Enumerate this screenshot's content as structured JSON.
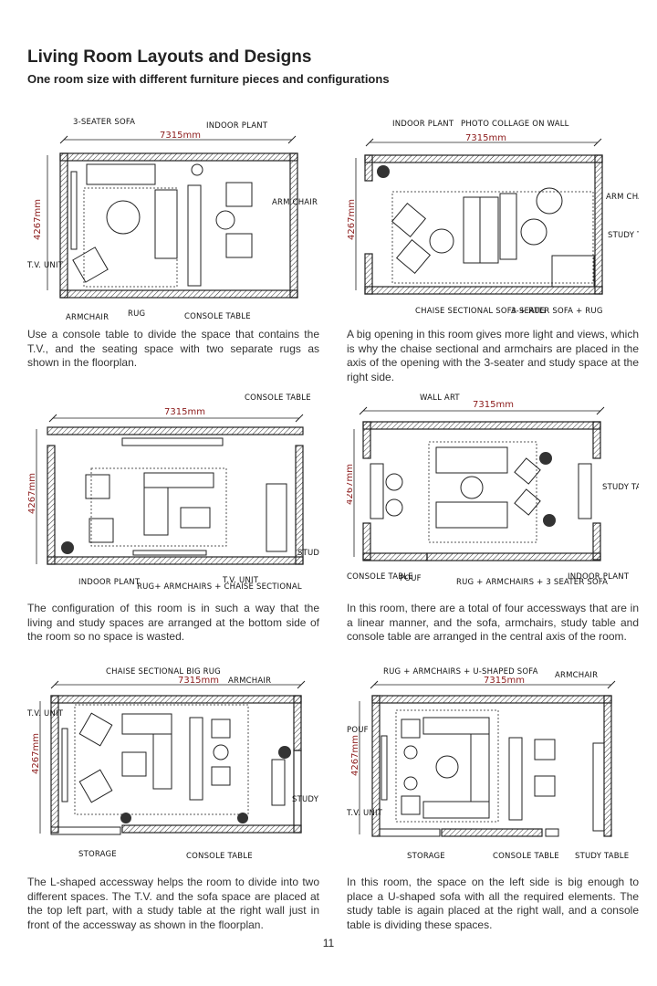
{
  "page": {
    "title": "Living Room Layouts and Designs",
    "subtitle": "One room size with different furniture pieces and configurations",
    "page_number": "11"
  },
  "dims": {
    "width": "7315mm",
    "height": "4267mm"
  },
  "panels": [
    {
      "caption": "Use a console table to divide the space that contains the T.V., and the seating space with two separate rugs as shown in the floorplan.",
      "labels": [
        "3-SEATER SOFA",
        "INDOOR PLANT",
        "ARM CHAIR + RUG",
        "T.V. UNIT",
        "ARMCHAIR",
        "RUG",
        "CONSOLE TABLE"
      ]
    },
    {
      "caption": "A big opening in this room gives more light and views, which is why the chaise sectional and armchairs are placed in the axis of the opening with the 3-seater and study space at the right side.",
      "labels": [
        "INDOOR PLANT",
        "PHOTO COLLAGE ON WALL",
        "ARM CHAIR",
        "STUDY TABLE",
        "CHAISE SECTIONAL SOFA + RUG",
        "3-SEATER SOFA + RUG"
      ]
    },
    {
      "caption": "The configuration of this room is in such a way that the living and study spaces are arranged at the bottom side of the room so no space is wasted.",
      "labels": [
        "CONSOLE TABLE",
        "STUDY TABLE",
        "INDOOR PLANT",
        "RUG+ ARMCHAIRS + CHAISE SECTIONAL",
        "T.V. UNIT"
      ]
    },
    {
      "caption": "In this room, there are a total of four accessways that are in a linear manner, and the sofa, armchairs, study table and console table are arranged in the central axis of the room.",
      "labels": [
        "WALL ART",
        "STUDY TABLE",
        "CONSOLE TABLE",
        "POUF",
        "RUG + ARMCHAIRS + 3 SEATER SOFA",
        "INDOOR PLANT"
      ]
    },
    {
      "caption": "The L-shaped accessway helps the room to divide into two different spaces. The T.V. and the sofa space are placed at the top left part, with a study table at the right wall just in front of the accessway as shown in the floorplan.",
      "labels": [
        "CHAISE SECTIONAL BIG RUG",
        "ARMCHAIR",
        "T.V. UNIT",
        "STUDY TABLE",
        "STORAGE",
        "CONSOLE TABLE"
      ]
    },
    {
      "caption": "In this room, the space on the left side is big enough to place a U-shaped sofa with all the required elements. The study table is again placed at the right wall, and a console table is dividing these spaces.",
      "labels": [
        "RUG + ARMCHAIRS + U-SHAPED SOFA",
        "ARMCHAIR",
        "POUF",
        "T.V. UNIT",
        "STORAGE",
        "CONSOLE TABLE",
        "STUDY TABLE"
      ]
    }
  ]
}
